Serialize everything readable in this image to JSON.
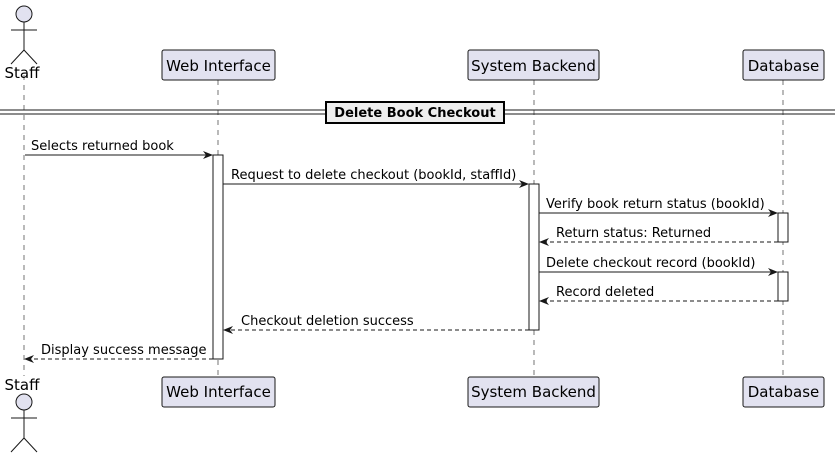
{
  "diagram": {
    "section_title": "Delete Book Checkout",
    "participants": {
      "staff": "Staff",
      "web": "Web Interface",
      "backend": "System Backend",
      "db": "Database"
    },
    "messages": [
      {
        "text": "Selects returned book",
        "style": "solid"
      },
      {
        "text": "Request to delete checkout (bookId, staffId)",
        "style": "solid"
      },
      {
        "text": "Verify book return status (bookId)",
        "style": "solid"
      },
      {
        "text": "Return status: Returned",
        "style": "dashed"
      },
      {
        "text": "Delete checkout record (bookId)",
        "style": "solid"
      },
      {
        "text": "Record deleted",
        "style": "dashed"
      },
      {
        "text": "Checkout deletion success",
        "style": "dashed"
      },
      {
        "text": "Display success message",
        "style": "dashed"
      }
    ],
    "colors": {
      "participant_fill": "#E2E2F0",
      "participant_border": "#181818",
      "section_fill": "#EEEEEE",
      "line": "#181818",
      "lifeline": "#181818"
    }
  }
}
